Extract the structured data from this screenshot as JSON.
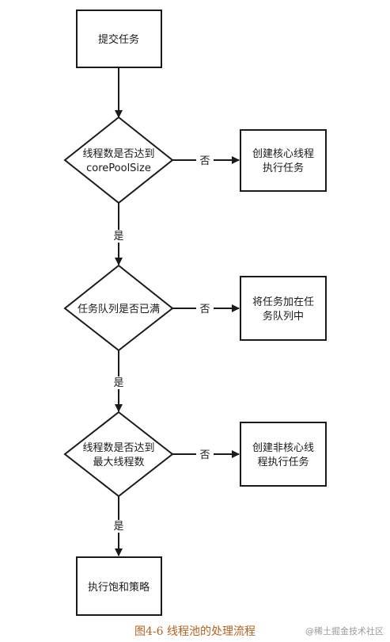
{
  "nodes": {
    "submit": [
      "提交任务"
    ],
    "check_core": [
      "线程数是否达到",
      "corePoolSize"
    ],
    "create_core": [
      "创建核心线程",
      "执行任务"
    ],
    "check_queue": [
      "任务队列是否已满"
    ],
    "add_queue": [
      "将任务加在任",
      "务队列中"
    ],
    "check_max": [
      "线程数是否达到",
      "最大线程数"
    ],
    "create_noncore": [
      "创建非核心线",
      "程执行任务"
    ],
    "reject": [
      "执行饱和策略"
    ]
  },
  "edges": {
    "yes": "是",
    "no": "否"
  },
  "caption": "图4-6 线程池的处理流程",
  "watermark": "@稀土掘金技术社区"
}
